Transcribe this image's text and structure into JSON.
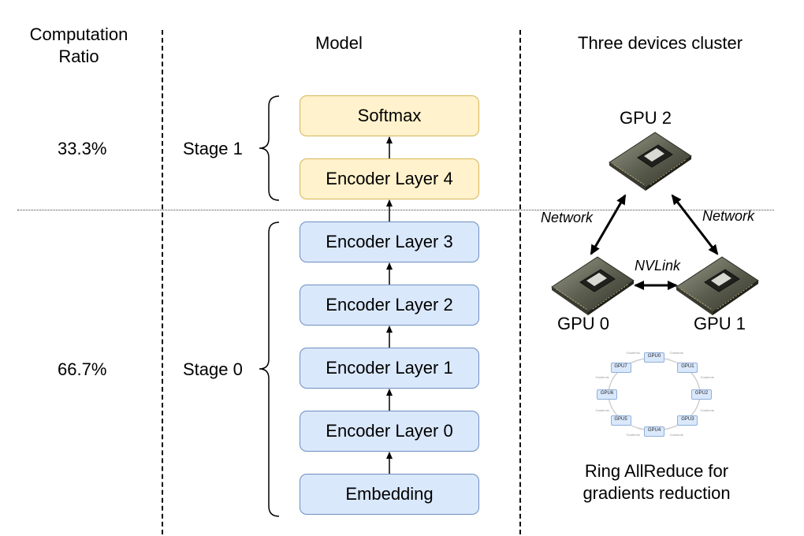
{
  "headers": {
    "ratio_line1": "Computation",
    "ratio_line2": "Ratio",
    "model": "Model",
    "cluster": "Three devices cluster"
  },
  "stages": [
    {
      "name": "Stage 1",
      "ratio": "33.3%"
    },
    {
      "name": "Stage 0",
      "ratio": "66.7%"
    }
  ],
  "layers": {
    "softmax": "Softmax",
    "encoder4": "Encoder Layer 4",
    "encoder3": "Encoder Layer 3",
    "encoder2": "Encoder Layer 2",
    "encoder1": "Encoder Layer 1",
    "encoder0": "Encoder Layer 0",
    "embedding": "Embedding"
  },
  "cluster": {
    "gpus": [
      "GPU 0",
      "GPU 1",
      "GPU 2"
    ],
    "links": {
      "left": "Network",
      "right": "Network",
      "bottom": "NVLink"
    },
    "ring_caption_line1": "Ring AllReduce for",
    "ring_caption_line2": "gradients reduction",
    "ring_nodes": [
      "GPU0",
      "GPU1",
      "GPU2",
      "GPU3",
      "GPU4",
      "GPU5",
      "GPU6",
      "GPU7"
    ],
    "ring_edge_label": "Gradients"
  },
  "colors": {
    "stage0_fill": "#dae8fc",
    "stage0_stroke": "#6c8ebf",
    "stage1_fill": "#fff2cc",
    "stage1_stroke": "#d6b656"
  }
}
